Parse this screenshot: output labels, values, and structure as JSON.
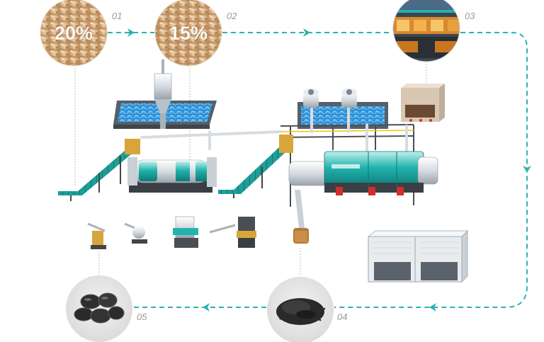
{
  "colors": {
    "flow_arrow": "#2bb3b1",
    "machine_teal": "#22b3ad",
    "water_blue": "#1e8fd6",
    "frame_gray": "#4a4f55",
    "wood_chip": "#d9b48a",
    "charcoal": "#2b2b2b"
  },
  "steps": [
    {
      "number": "01",
      "label": "20%",
      "content": "wood-chips-photo"
    },
    {
      "number": "02",
      "label": "15%",
      "content": "wood-chips-photo"
    },
    {
      "number": "03",
      "label": "",
      "content": "furnace-interior-photo"
    },
    {
      "number": "04",
      "label": "",
      "content": "charcoal-powder-photo"
    },
    {
      "number": "05",
      "label": "",
      "content": "charcoal-briquettes-photo"
    }
  ],
  "flow": {
    "direction": [
      "01",
      "02",
      "03",
      "04",
      "05"
    ],
    "style": "dashed-arrow"
  },
  "equipment": [
    "feeding-conveyor",
    "rotary-dryer",
    "cyclone-separator",
    "cooling-water-pool",
    "carbonization-furnace",
    "condenser",
    "control-cabinet",
    "container-house",
    "briquette-line"
  ]
}
